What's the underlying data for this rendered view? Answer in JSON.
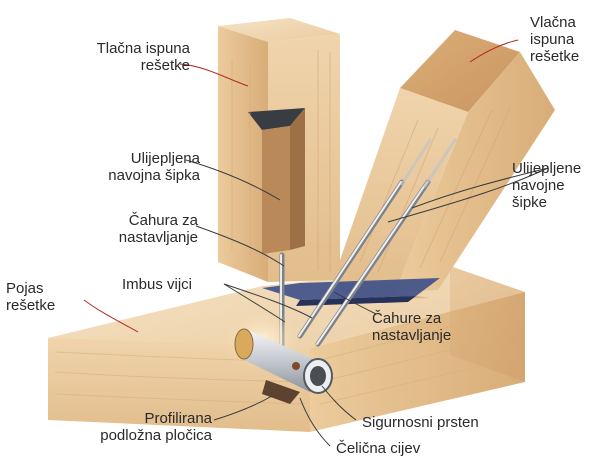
{
  "labels": {
    "tlacna": "Tlačna ispuna\nrešetke",
    "vlacna": "Vlačna\nispuna\nrešetke",
    "ulijepljena": "Ulijepljena\nnavojna šipka",
    "ulijepljene": "Ulijepljene\nnavojne\nšipke",
    "cahura": "Čahura za\nnastavljanje",
    "pojas": "Pojas\nrešetke",
    "imbus": "Imbus vijci",
    "cahure": "Čahure za\nnastavljanje",
    "profilirana": "Profilirana\npodložna pločica",
    "prsten": "Sigurnosni prsten",
    "cijev": "Čelična cijev"
  },
  "colors": {
    "wood_light": "#f3dcb8",
    "wood_mid": "#e6c498",
    "wood_dark": "#cfa576",
    "wood_grain": "#d9b384",
    "leader_red": "#b22a2a",
    "leader_dark": "#3a3a3a",
    "steel": "#cfd3d8",
    "plate_blue": "#3c4f8a"
  }
}
